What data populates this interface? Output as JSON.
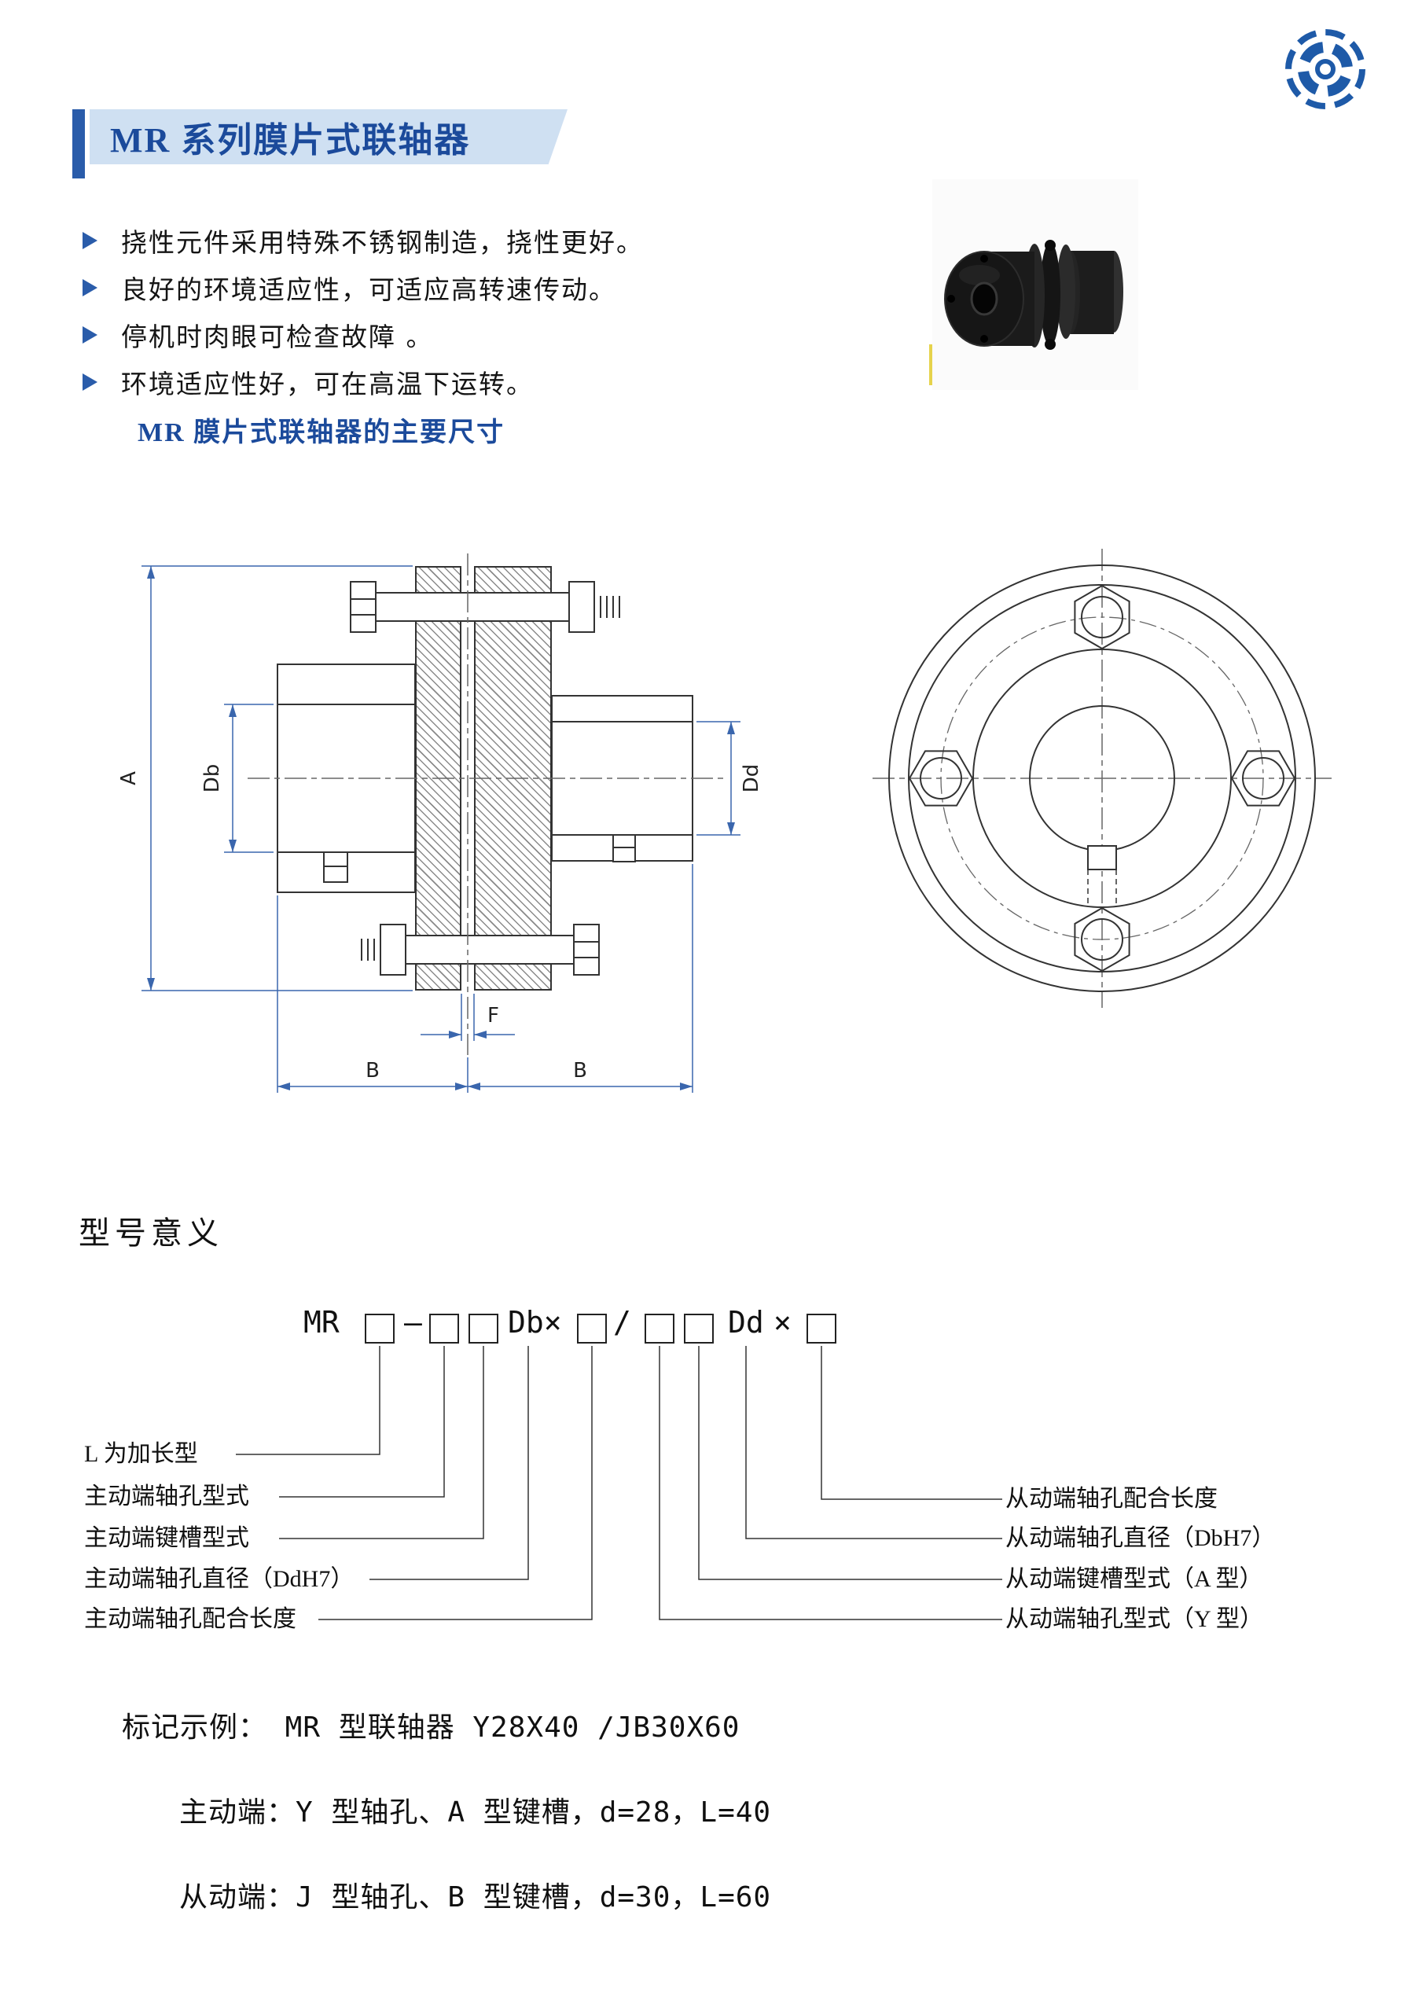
{
  "colors": {
    "brand_blue": "#1e5aa8",
    "title_text": "#1b4a9b",
    "title_background": "#cfe0f2",
    "dimension_line_blue": "#3a66ad"
  },
  "icons": {
    "bullet": "arrow-right-triangle",
    "logo": "gear-ring"
  },
  "header": {
    "title": "MR 系列膜片式联轴器"
  },
  "features": [
    "挠性元件采用特殊不锈钢制造，挠性更好。",
    "良好的环境适应性，可适应高转速传动。",
    "停机时肉眼可检查故障 。",
    "环境适应性好，可在高温下运转。"
  ],
  "section": {
    "dimensions_title": "MR 膜片式联轴器的主要尺寸"
  },
  "drawing": {
    "dim_A": "A",
    "dim_Db": "Db",
    "dim_Dd": "Dd",
    "dim_F": "F",
    "dim_B_left": "B",
    "dim_B_right": "B"
  },
  "model": {
    "heading": "型号意义",
    "formula": {
      "prefix": "MR",
      "dash": "–",
      "db": "Db×",
      "slash": "/",
      "dd": "Dd",
      "times": "×"
    },
    "left_labels": [
      "L 为加长型",
      "主动端轴孔型式",
      "主动端键槽型式",
      "主动端轴孔直径（DdH7）",
      "主动端轴孔配合长度"
    ],
    "right_labels": [
      "从动端轴孔配合长度",
      "从动端轴孔直径（DbH7）",
      "从动端键槽型式（A 型）",
      "从动端轴孔型式（Y 型）"
    ]
  },
  "example": {
    "line1": "标记示例：  MR 型联轴器 Y28X40 /JB30X60",
    "line2": "主动端：Y 型轴孔、A 型键槽，d=28，L=40",
    "line3": "从动端：J 型轴孔、B 型键槽，d=30，L=60"
  }
}
